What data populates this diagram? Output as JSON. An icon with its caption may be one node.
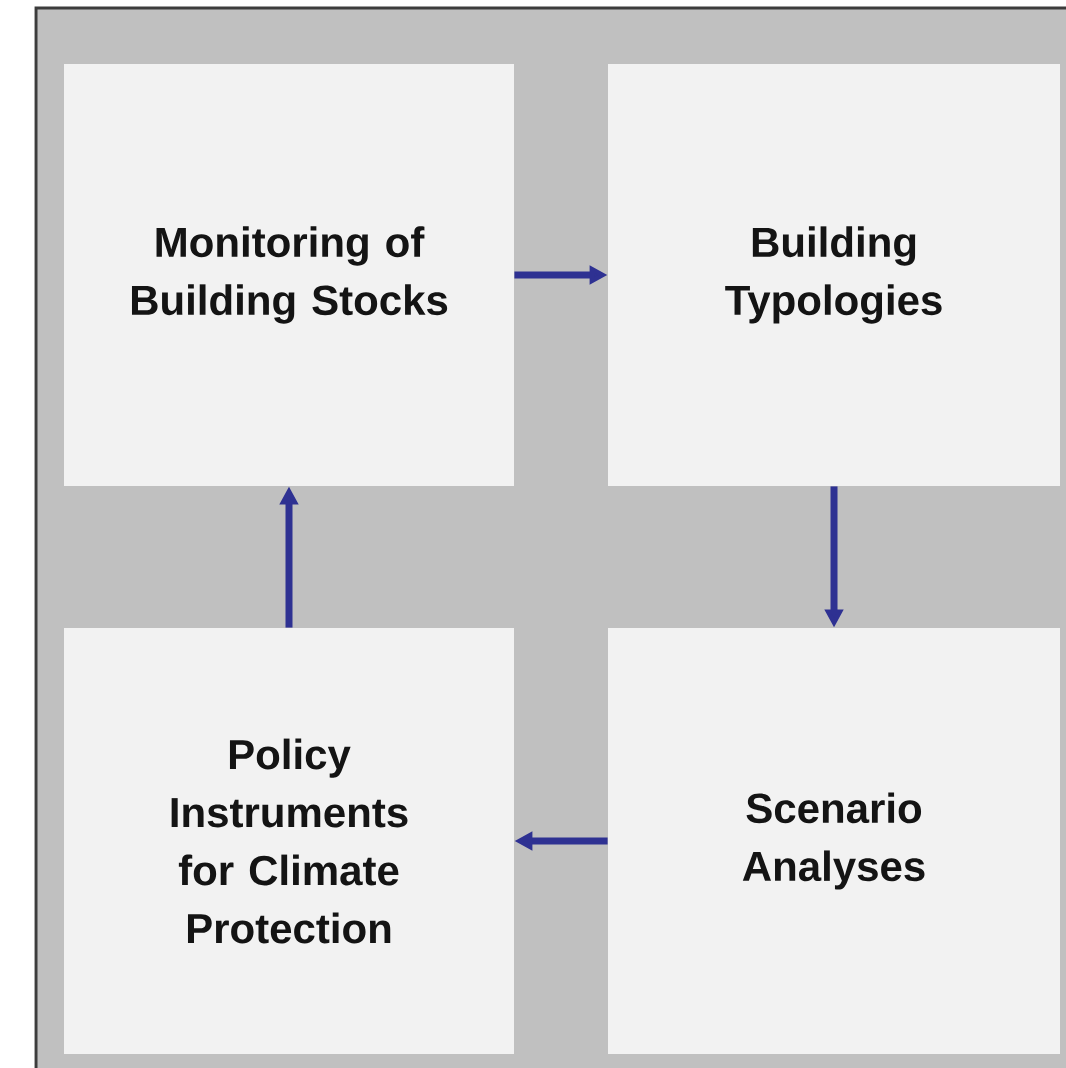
{
  "diagram": {
    "nodes": [
      {
        "text": [
          "Monitoring of Building Stocks"
        ]
      },
      {
        "text": [
          "Building Typologies"
        ]
      },
      {
        "text": [
          "Policy Instruments for Climate Protection"
        ]
      },
      {
        "text": [
          "Scenario Analyses"
        ]
      }
    ],
    "edges": [
      {
        "from": 0,
        "to": 1,
        "arrow": "to"
      },
      {
        "from": 1,
        "to": 3,
        "arrow": "to"
      },
      {
        "from": 3,
        "to": 2,
        "arrow": "to"
      },
      {
        "from": 2,
        "to": 0,
        "arrow": "to"
      }
    ]
  }
}
